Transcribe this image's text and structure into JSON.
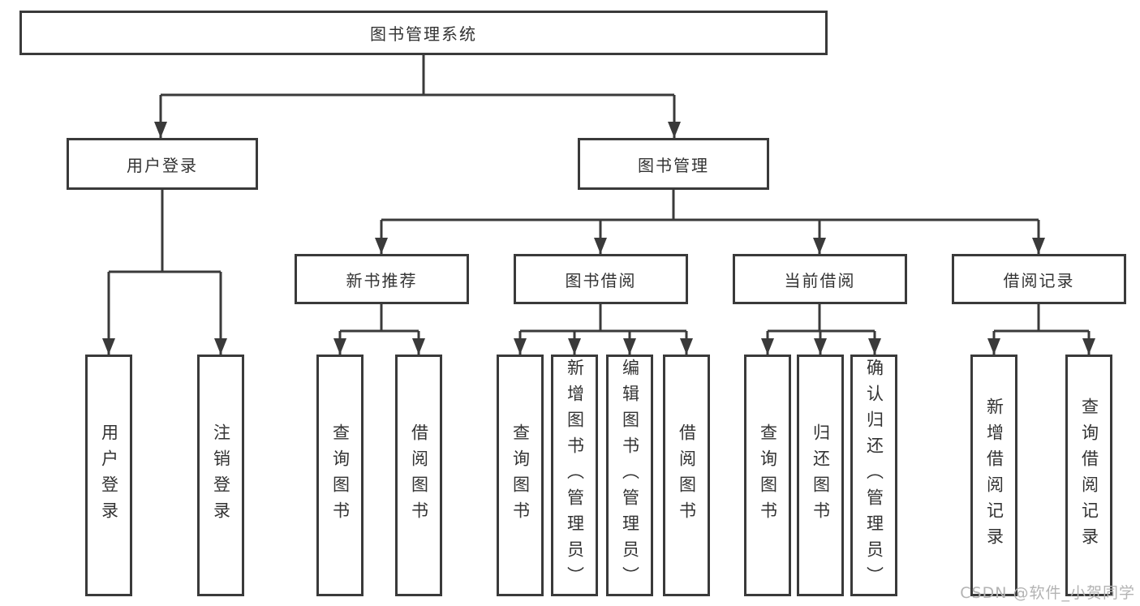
{
  "tree": {
    "root": "图书管理系统",
    "level2": [
      "用户登录",
      "图书管理"
    ],
    "level3": [
      "新书推荐",
      "图书借阅",
      "当前借阅",
      "借阅记录"
    ],
    "leaves": {
      "user_login": [
        "用户登录",
        "注销登录"
      ],
      "new_book_recommend": [
        "查询图书",
        "借阅图书"
      ],
      "book_borrow": [
        "查询图书",
        "新增图书（管理员）",
        "编辑图书（管理员）",
        "借阅图书"
      ],
      "current_borrow": [
        "查询图书",
        "归还图书",
        "确认归还（管理员）"
      ],
      "borrow_records": [
        "新增借阅记录",
        "查询借阅记录"
      ]
    }
  },
  "watermark": "CSDN @软件_小贺同学",
  "colors": {
    "line": "#3a3a3a",
    "text": "#333333",
    "background": "#ffffff",
    "watermark": "#b3b3b3"
  }
}
